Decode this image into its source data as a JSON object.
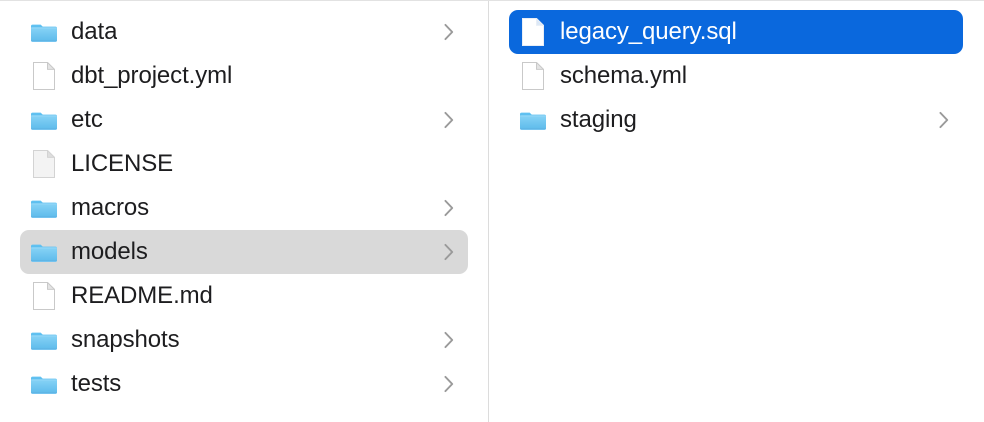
{
  "app": {
    "name": "Finder",
    "view_mode": "column",
    "accent_color": "#0a68dd",
    "selected_row_gray": "#d9d9d9",
    "folder_icon_color": "#5ec2f0",
    "text_color": "#1d1d1f",
    "selected_text_color": "#ffffff"
  },
  "columns": [
    {
      "name": "parent-column",
      "items": [
        {
          "label": "data",
          "kind": "folder",
          "icon": "folder-icon",
          "has_chevron": true,
          "state": "normal"
        },
        {
          "label": "dbt_project.yml",
          "kind": "file",
          "icon": "document-icon",
          "has_chevron": false,
          "state": "normal"
        },
        {
          "label": "etc",
          "kind": "folder",
          "icon": "folder-icon",
          "has_chevron": true,
          "state": "normal"
        },
        {
          "label": "LICENSE",
          "kind": "file",
          "icon": "plain-document-icon",
          "has_chevron": false,
          "state": "normal"
        },
        {
          "label": "macros",
          "kind": "folder",
          "icon": "folder-icon",
          "has_chevron": true,
          "state": "normal"
        },
        {
          "label": "models",
          "kind": "folder",
          "icon": "folder-icon",
          "has_chevron": true,
          "state": "selected-inactive"
        },
        {
          "label": "README.md",
          "kind": "file",
          "icon": "document-icon",
          "has_chevron": false,
          "state": "normal"
        },
        {
          "label": "snapshots",
          "kind": "folder",
          "icon": "folder-icon",
          "has_chevron": true,
          "state": "normal"
        },
        {
          "label": "tests",
          "kind": "folder",
          "icon": "folder-icon",
          "has_chevron": true,
          "state": "normal"
        }
      ]
    },
    {
      "name": "models-column",
      "items": [
        {
          "label": "legacy_query.sql",
          "kind": "file",
          "icon": "document-icon",
          "has_chevron": false,
          "state": "selected-active"
        },
        {
          "label": "schema.yml",
          "kind": "file",
          "icon": "document-icon",
          "has_chevron": false,
          "state": "normal"
        },
        {
          "label": "staging",
          "kind": "folder",
          "icon": "folder-icon",
          "has_chevron": true,
          "state": "normal"
        }
      ]
    }
  ]
}
